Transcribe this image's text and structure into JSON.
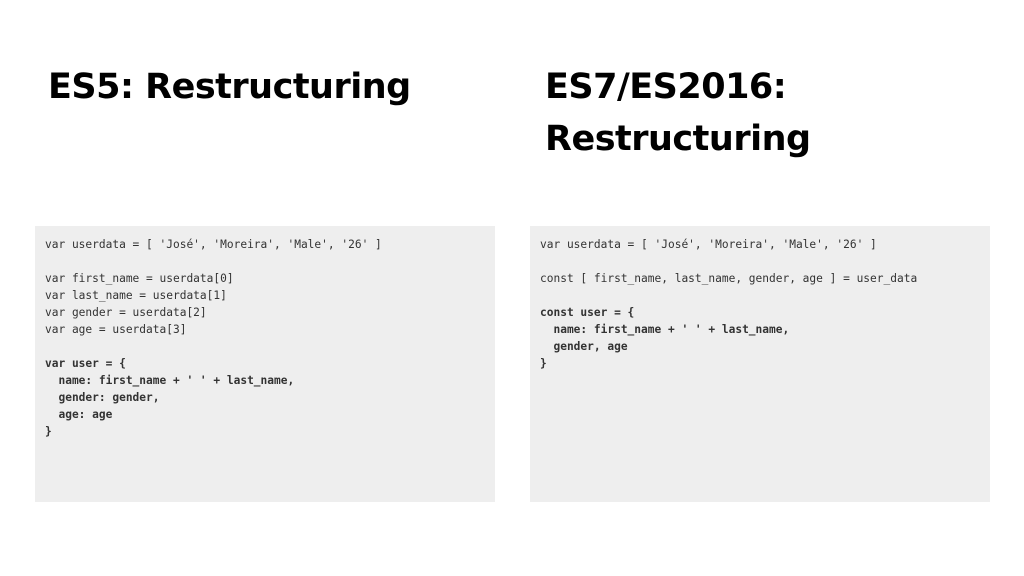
{
  "slide": {
    "left_title": "ES5: Restructuring",
    "right_title_line1": "ES7/ES2016:",
    "right_title_line2": "Restructuring"
  },
  "colors": {
    "background": "#ffffff",
    "panel_background": "#eeeeee",
    "title_text": "#000000",
    "code_text": "#333333"
  },
  "left_code": [
    {
      "text": "var userdata = [ 'José', 'Moreira', 'Male', '26' ]",
      "bold": false
    },
    {
      "text": "",
      "bold": false
    },
    {
      "text": "var first_name = userdata[0]",
      "bold": false
    },
    {
      "text": "var last_name = userdata[1]",
      "bold": false
    },
    {
      "text": "var gender = userdata[2]",
      "bold": false
    },
    {
      "text": "var age = userdata[3]",
      "bold": false
    },
    {
      "text": "",
      "bold": false
    },
    {
      "text": "var user = {",
      "bold": true
    },
    {
      "text": "  name: first_name + ' ' + last_name,",
      "bold": true
    },
    {
      "text": "  gender: gender,",
      "bold": true
    },
    {
      "text": "  age: age",
      "bold": true
    },
    {
      "text": "}",
      "bold": true
    }
  ],
  "right_code": [
    {
      "text": "var userdata = [ 'José', 'Moreira', 'Male', '26' ]",
      "bold": false
    },
    {
      "text": "",
      "bold": false
    },
    {
      "text": "const [ first_name, last_name, gender, age ] = user_data",
      "bold": false
    },
    {
      "text": "",
      "bold": false
    },
    {
      "text": "const user = {",
      "bold": true
    },
    {
      "text": "  name: first_name + ' ' + last_name,",
      "bold": true
    },
    {
      "text": "  gender, age",
      "bold": true
    },
    {
      "text": "}",
      "bold": true
    }
  ]
}
